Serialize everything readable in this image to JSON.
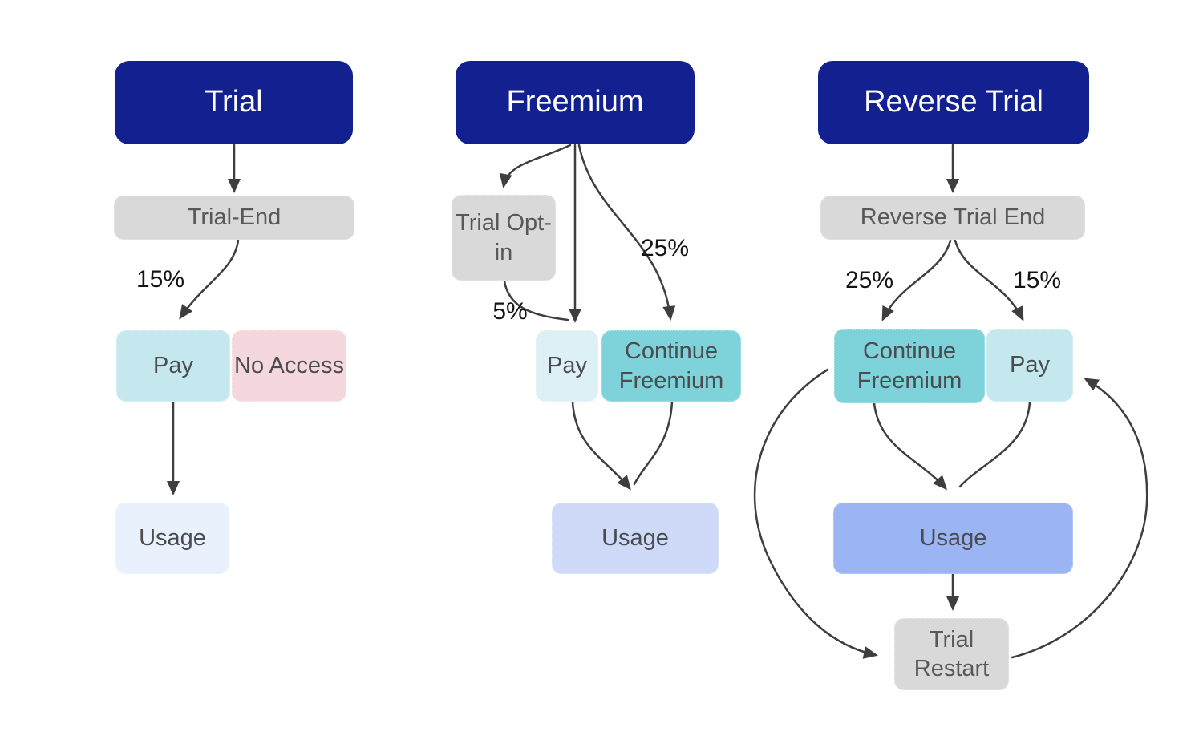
{
  "nodes": {
    "trial": {
      "header": "Trial",
      "trial_end": "Trial-End",
      "pay": "Pay",
      "no_access": "No Access",
      "usage": "Usage"
    },
    "freemium": {
      "header": "Freemium",
      "trial_opt_in": "Trial Opt-in",
      "pay": "Pay",
      "continue_freemium": "Continue Freemium",
      "usage": "Usage"
    },
    "reverse_trial": {
      "header": "Reverse Trial",
      "reverse_trial_end": "Reverse Trial End",
      "continue_freemium": "Continue Freemium",
      "pay": "Pay",
      "usage": "Usage",
      "trial_restart": "Trial Restart"
    }
  },
  "edges": {
    "trial": [
      {
        "from": "Trial",
        "to": "Trial-End",
        "label": ""
      },
      {
        "from": "Trial-End",
        "to": "Pay",
        "label": "15%"
      },
      {
        "from": "Pay",
        "to": "Usage",
        "label": ""
      }
    ],
    "freemium": [
      {
        "from": "Freemium",
        "to": "Trial Opt-in",
        "label": ""
      },
      {
        "from": "Freemium",
        "to": "Pay",
        "label": ""
      },
      {
        "from": "Freemium",
        "to": "Continue Freemium",
        "label": "25%"
      },
      {
        "from": "Trial Opt-in",
        "to": "Pay",
        "label": "5%"
      },
      {
        "from": "Pay",
        "to": "Usage",
        "label": ""
      },
      {
        "from": "Continue Freemium",
        "to": "Usage",
        "label": ""
      }
    ],
    "reverse_trial": [
      {
        "from": "Reverse Trial",
        "to": "Reverse Trial End",
        "label": ""
      },
      {
        "from": "Reverse Trial End",
        "to": "Continue Freemium",
        "label": "25%"
      },
      {
        "from": "Reverse Trial End",
        "to": "Pay",
        "label": "15%"
      },
      {
        "from": "Continue Freemium",
        "to": "Usage",
        "label": ""
      },
      {
        "from": "Pay",
        "to": "Usage",
        "label": ""
      },
      {
        "from": "Usage",
        "to": "Trial Restart",
        "label": ""
      },
      {
        "from": "Continue Freemium",
        "to": "Trial Restart",
        "label": ""
      },
      {
        "from": "Trial Restart",
        "to": "Pay",
        "label": ""
      }
    ]
  },
  "colors": {
    "header_bg": "#12218f",
    "header_text": "#ffffff",
    "gray_bg": "#d9d9d9",
    "gray_text": "#585858",
    "pay_cyan_bg": "#c5e8ee",
    "pay_light_cyan_bg": "#ddf0f4",
    "continue_teal_bg": "#7ed3da",
    "no_access_pink_bg": "#f4d8de",
    "usage_trial_bg": "#e9f1fc",
    "usage_freemium_bg": "#cfd9f8",
    "usage_reverse_bg": "#9bb4f3",
    "arrow": "#3e3e3e",
    "node_text": "#4b4c50",
    "label_text": "#141414"
  }
}
